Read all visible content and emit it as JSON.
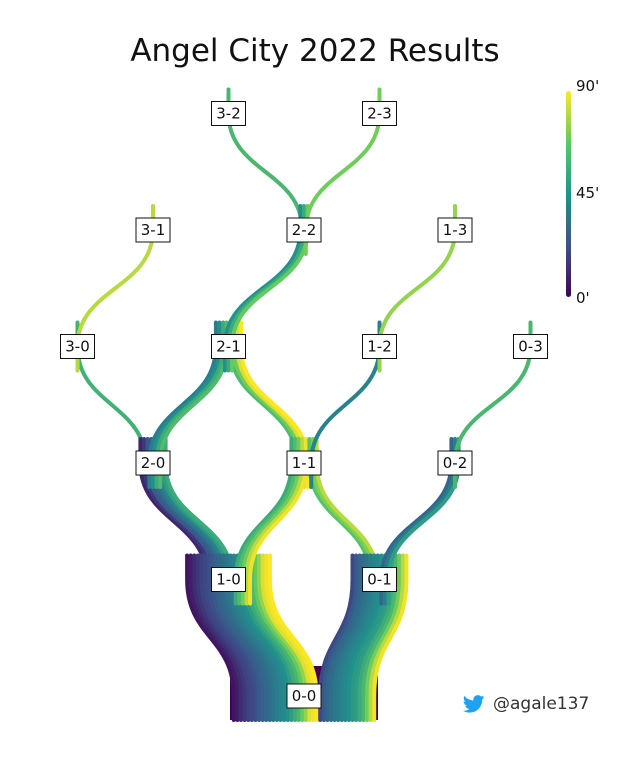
{
  "chart_data": {
    "type": "sankey-tree",
    "title": "Angel City 2022 Results",
    "colorbar": {
      "min_label": "0'",
      "mid_label": "45'",
      "max_label": "90'",
      "min": 0,
      "max": 90,
      "colormap": "viridis"
    },
    "nodes": [
      {
        "id": "0-0",
        "label": "0-0"
      },
      {
        "id": "1-0",
        "label": "1-0"
      },
      {
        "id": "0-1",
        "label": "0-1"
      },
      {
        "id": "2-0",
        "label": "2-0"
      },
      {
        "id": "1-1",
        "label": "1-1"
      },
      {
        "id": "0-2",
        "label": "0-2"
      },
      {
        "id": "3-0",
        "label": "3-0"
      },
      {
        "id": "2-1",
        "label": "2-1"
      },
      {
        "id": "1-2",
        "label": "1-2"
      },
      {
        "id": "0-3",
        "label": "0-3"
      },
      {
        "id": "3-1",
        "label": "3-1"
      },
      {
        "id": "2-2",
        "label": "2-2"
      },
      {
        "id": "1-3",
        "label": "1-3"
      },
      {
        "id": "3-2",
        "label": "3-2"
      },
      {
        "id": "2-3",
        "label": "2-3"
      }
    ],
    "links": [
      {
        "from": "0-0",
        "to": "1-0",
        "minutes": [
          5,
          8,
          12,
          15,
          18,
          20,
          22,
          25,
          28,
          30,
          32,
          35,
          38,
          40,
          42,
          45,
          50,
          55,
          60,
          68,
          75,
          85,
          88,
          90
        ]
      },
      {
        "from": "0-0",
        "to": "0-1",
        "minutes": [
          20,
          25,
          30,
          32,
          35,
          38,
          40,
          42,
          45,
          48,
          50,
          55,
          60,
          70,
          80,
          88
        ]
      },
      {
        "from": "1-0",
        "to": "2-0",
        "minutes": [
          10,
          15,
          25,
          28,
          35,
          40,
          50,
          55
        ]
      },
      {
        "from": "1-0",
        "to": "1-1",
        "minutes": [
          55,
          62,
          70,
          80,
          88
        ]
      },
      {
        "from": "0-1",
        "to": "1-1",
        "minutes": [
          65,
          72,
          80
        ]
      },
      {
        "from": "0-1",
        "to": "0-2",
        "minutes": [
          30,
          38,
          50
        ]
      },
      {
        "from": "2-0",
        "to": "3-0",
        "minutes": [
          58
        ]
      },
      {
        "from": "2-0",
        "to": "2-1",
        "minutes": [
          38,
          45,
          55,
          62
        ]
      },
      {
        "from": "1-1",
        "to": "2-1",
        "minutes": [
          62,
          70,
          85,
          90
        ]
      },
      {
        "from": "1-1",
        "to": "1-2",
        "minutes": [
          40
        ]
      },
      {
        "from": "0-2",
        "to": "0-3",
        "minutes": [
          60
        ]
      },
      {
        "from": "3-0",
        "to": "3-1",
        "minutes": [
          80
        ]
      },
      {
        "from": "2-1",
        "to": "2-2",
        "minutes": [
          45,
          55,
          68
        ]
      },
      {
        "from": "1-2",
        "to": "1-3",
        "minutes": [
          75
        ]
      },
      {
        "from": "2-2",
        "to": "3-2",
        "minutes": [
          60
        ]
      },
      {
        "from": "2-2",
        "to": "2-3",
        "minutes": [
          70
        ]
      }
    ]
  },
  "credit": {
    "handle": "@agale137",
    "icon": "twitter-bird-icon",
    "icon_color": "#1DA1F2"
  }
}
